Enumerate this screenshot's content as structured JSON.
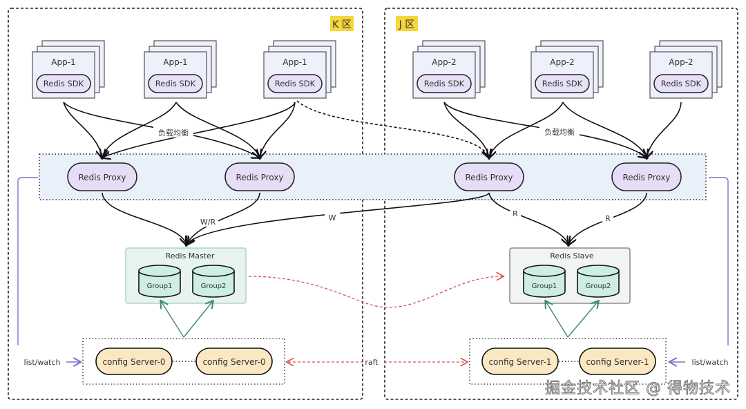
{
  "zones": [
    {
      "id": "k",
      "label": "K 区"
    },
    {
      "id": "j",
      "label": "J 区"
    }
  ],
  "apps": [
    {
      "name": "App-1",
      "sdk": "Redis SDK"
    },
    {
      "name": "App-1",
      "sdk": "Redis SDK"
    },
    {
      "name": "App-1",
      "sdk": "Redis SDK"
    },
    {
      "name": "App-2",
      "sdk": "Redis SDK"
    },
    {
      "name": "App-2",
      "sdk": "Redis SDK"
    },
    {
      "name": "App-2",
      "sdk": "Redis SDK"
    }
  ],
  "load_balance_label": "负载均衡",
  "proxies": [
    "Redis Proxy",
    "Redis Proxy",
    "Redis Proxy",
    "Redis Proxy"
  ],
  "edge_labels": {
    "wr": "W/R",
    "w": "W",
    "r1": "R",
    "r2": "R",
    "raft": "raft"
  },
  "master": {
    "title": "Redis Master",
    "groups": [
      "Group1",
      "Group2"
    ]
  },
  "slave": {
    "title": "Redis Slave",
    "groups": [
      "Group1",
      "Group2"
    ]
  },
  "config_servers": {
    "k": [
      "config Server-0",
      "config Server-0"
    ],
    "j": [
      "config Server-1",
      "config Server-1"
    ]
  },
  "list_watch_label": "list/watch",
  "watermark": "掘金技术社区 @ 得物技术",
  "colors": {
    "zone_badge": "#f5d63b",
    "app_fill": "#eef1fb",
    "sdk_fill": "#e8e0f7",
    "proxy_fill": "#e6ddf7",
    "proxy_band": "#e9f0fa",
    "master_fill": "#e6f3ee",
    "master_border": "#a8cdb8",
    "cylinder_fill": "#cdeee0",
    "slave_fill": "#f2f4f4",
    "config_fill": "#fbe8c3",
    "green_arrow": "#3e8a6a",
    "red_dash": "#d9534f",
    "purple_line": "#7d72c4"
  }
}
